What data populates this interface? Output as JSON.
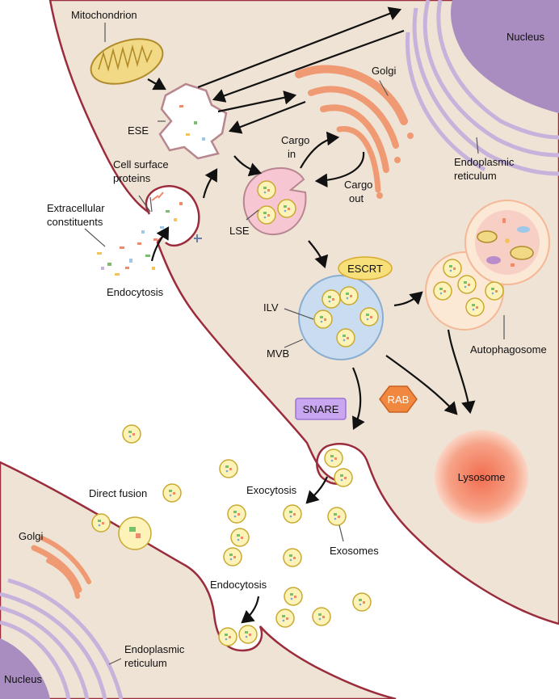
{
  "colors": {
    "cytoplasm": "#efe3d5",
    "membrane": "#9b2c3c",
    "nucleus": "#a98cc0",
    "er": "#c7b2dc",
    "golgi": "#ef9a73",
    "mitochondrion": "#f2d985",
    "vesicle_fill": "#fdf2b8",
    "vesicle_stroke": "#c9a92f",
    "ese_fill": "#ffffff",
    "lse_fill": "#f6c6d3",
    "mvb_fill": "#c9dcf0",
    "lysosome": "#f4a486",
    "autophagosome": "#fbe9d6",
    "escrt": "#f7df7a",
    "snare": "#c9a7f0",
    "rab": "#f0883f"
  },
  "labels": {
    "mitochondrion": "Mitochondrion",
    "nucleus_top": "Nucleus",
    "golgi_top": "Golgi",
    "ese": "ESE",
    "cargo_in_1": "Cargo",
    "cargo_in_2": "in",
    "cargo_out_1": "Cargo",
    "cargo_out_2": "out",
    "er_top_1": "Endoplasmic",
    "er_top_2": "reticulum",
    "cell_surface_1": "Cell surface",
    "cell_surface_2": "proteins",
    "extracellular_1": "Extracellular",
    "extracellular_2": "constituents",
    "lse": "LSE",
    "endocytosis_top": "Endocytosis",
    "escrt": "ESCRT",
    "ilv": "ILV",
    "mvb": "MVB",
    "autophagosome": "Autophagosome",
    "rab": "RAB",
    "snare": "SNARE",
    "lysosome": "Lysosome",
    "direct_fusion": "Direct fusion",
    "exocytosis": "Exocytosis",
    "exosomes": "Exosomes",
    "golgi_bottom": "Golgi",
    "endocytosis_bottom": "Endocytosis",
    "er_bottom_1": "Endoplasmic",
    "er_bottom_2": "reticulum",
    "nucleus_bottom": "Nucleus"
  }
}
